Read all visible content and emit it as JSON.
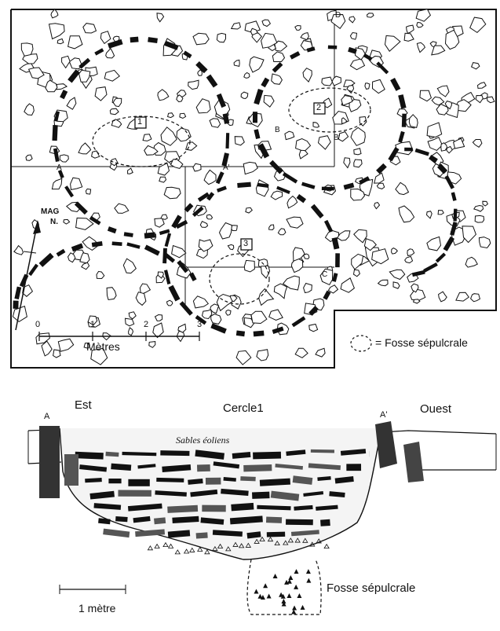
{
  "plan": {
    "circle_labels": [
      "1",
      "2",
      "3"
    ],
    "north": {
      "line1": "MAG",
      "line2": "N."
    },
    "points": {
      "A": "A",
      "A_prime": "A'",
      "B": "B",
      "B_prime": "B'",
      "C": "C",
      "D": "D"
    },
    "scale": {
      "ticks": [
        "0",
        "1",
        "2",
        "3"
      ],
      "unit": "Mètres"
    },
    "legend": {
      "text": "= Fosse sépulcrale"
    }
  },
  "section": {
    "left_label": "Est",
    "center_label": "Cercle1",
    "right_label": "Ouest",
    "point_a": "A",
    "point_a_prime": "A'",
    "layer_label": "Sables éoliens",
    "pit_label": "Fosse sépulcrale",
    "scale_label": "1 mètre"
  },
  "colors": {
    "ink": "#111111",
    "paper": "#ffffff",
    "shade": "#e9e9e9"
  }
}
